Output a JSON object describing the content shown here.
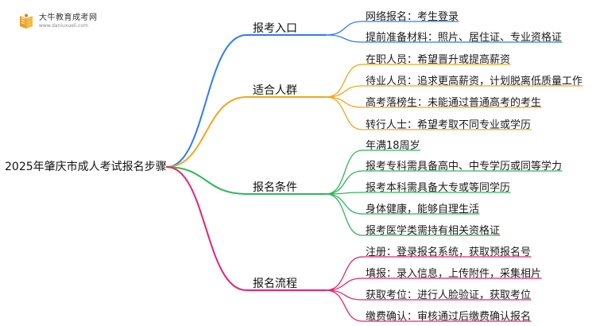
{
  "logo": {
    "title": "大牛教育成考网",
    "url": "www.daniuxueli.com"
  },
  "root": {
    "label": "2025年肇庆市成人考试报名步骤"
  },
  "branches": [
    {
      "label": "报考入口",
      "color": "#2f7bf6",
      "leaves": [
        "网络报名：考生登录",
        "提前准备材料：照片、居住证、专业资格证"
      ]
    },
    {
      "label": "适合人群",
      "color": "#f0a81c",
      "leaves": [
        "在职人员：希望晋升或提高薪资",
        "待业人员：追求更高薪资，计划脱离低质量工作",
        "高考落榜生：未能通过普通高考的考生",
        "转行人士：希望考取不同专业或学历"
      ]
    },
    {
      "label": "报名条件",
      "color": "#2db85a",
      "leaves": [
        "年满18周岁",
        "报考专科需具备高中、中专学历或同等学力",
        "报考本科需具备大专或等同学历",
        "身体健康，能够自理生活",
        "报考医学类需持有相关资格证"
      ]
    },
    {
      "label": "报名流程",
      "color": "#e8246d",
      "leaves": [
        "注册：登录报名系统，获取预报名号",
        "填报：录入信息，上传附件，采集相片",
        "获取考位：进行人脸验证，获取考位",
        "缴费确认：审核通过后缴费确认报名"
      ]
    }
  ]
}
